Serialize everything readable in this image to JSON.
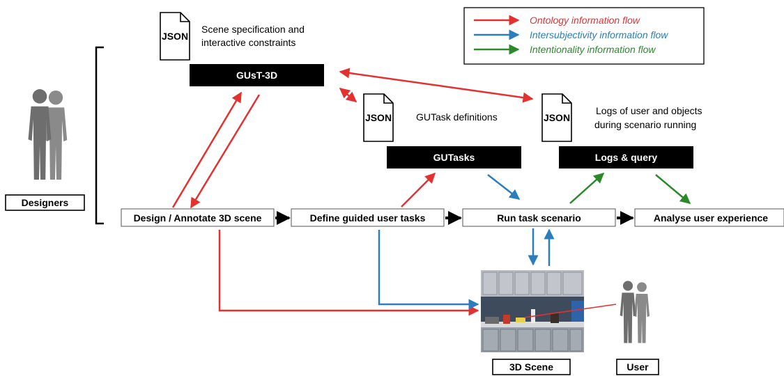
{
  "colors": {
    "ontology": "#e53030",
    "intersubjectivity": "#2b7dbd",
    "intentionality": "#2a8a2a",
    "black": "#000000",
    "person": "#7a7a7a"
  },
  "legend": {
    "items": [
      {
        "label": "Ontology information flow",
        "color": "#e53030"
      },
      {
        "label": "Intersubjectivity information flow",
        "color": "#2b7dbd"
      },
      {
        "label": "Intentionality information flow",
        "color": "#2a8a2a"
      }
    ]
  },
  "black_boxes": {
    "gust3d": "GUsT-3D",
    "gutasks": "GUTasks",
    "logs_query": "Logs & query"
  },
  "process": {
    "design": "Design / Annotate 3D scene",
    "define": "Define guided user tasks",
    "run": "Run task scenario",
    "analyse": "Analyse user experience"
  },
  "json_docs": {
    "icon_label": "JSON",
    "scene_spec": [
      "Scene specification and",
      "interactive constraints"
    ],
    "gutask_defs": [
      "GUTask definitions"
    ],
    "logs": [
      "Logs of user and objects",
      "during scenario running"
    ]
  },
  "labels": {
    "designers": "Designers",
    "scene3d": "3D Scene",
    "user": "User"
  },
  "icons": [
    "document-icon",
    "person-silhouette-icon",
    "kitchen-scene-image"
  ]
}
